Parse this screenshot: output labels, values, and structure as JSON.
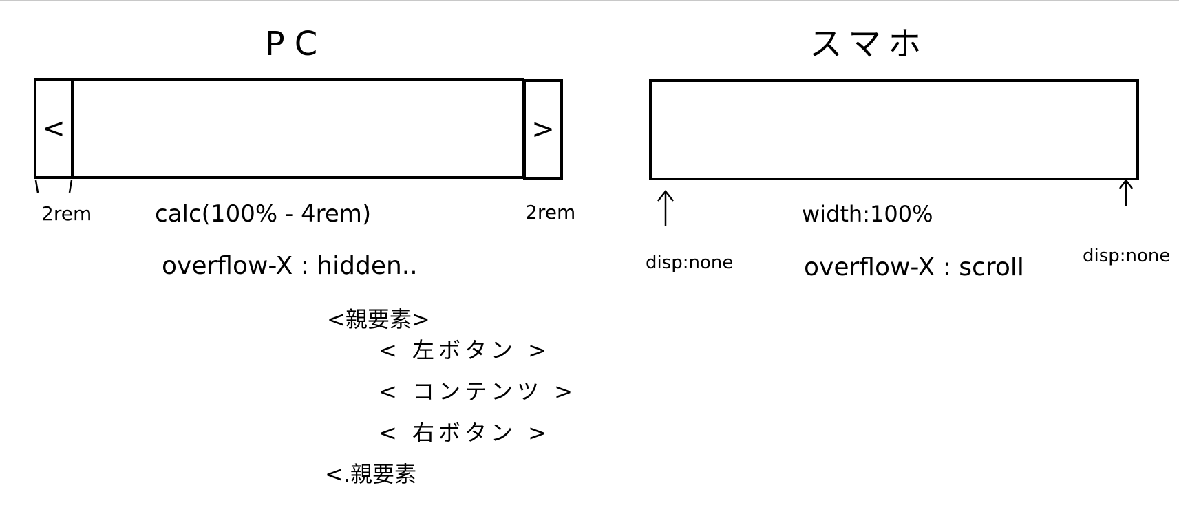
{
  "pc": {
    "title": "PC",
    "left_button_glyph": "<",
    "right_button_glyph": ">",
    "left_width_label": "2rem",
    "center_width_label": "calc(100% - 4rem)",
    "right_width_label": "2rem",
    "overflow_label": "overflow-X : hidden.."
  },
  "structure": {
    "parent_open": "<親要素>",
    "left_button": "< 左ボタン >",
    "content": "< コンテンツ >",
    "right_button": "< 右ボタン >",
    "parent_close": "<.親要素"
  },
  "sp": {
    "title": "スマホ",
    "left_note": "disp:none",
    "width_label": "width:100%",
    "overflow_label": "overflow-X : scroll",
    "right_note": "disp:none"
  }
}
